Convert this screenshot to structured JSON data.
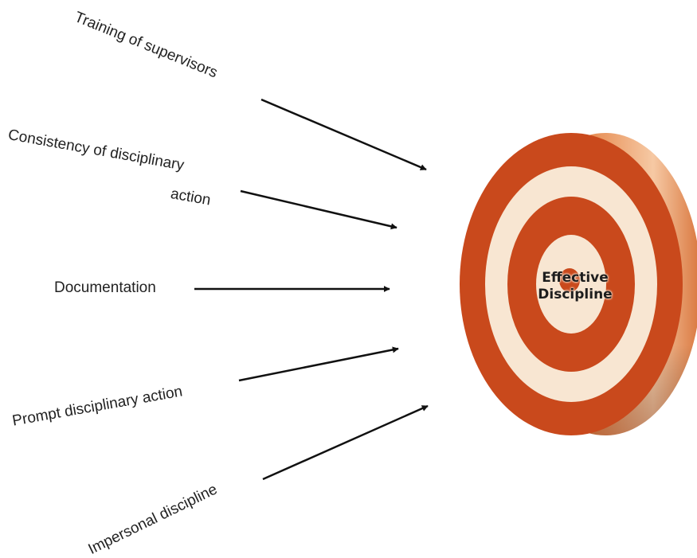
{
  "labels": {
    "training": "Training of supervisors",
    "consistency_line1": "Consistency of disciplinary",
    "consistency_line2": "action",
    "documentation": "Documentation",
    "prompt": "Prompt disciplinary action",
    "impersonal": "Impersonal discipline"
  },
  "target": {
    "line1": "Effective",
    "line2": "Discipline"
  },
  "colors": {
    "ring_dark": "#c9491c",
    "ring_light": "#f8e6d2",
    "side_light": "#f1b88e",
    "side_dark": "#b8410f",
    "arrow": "#111111",
    "text": "#222222"
  }
}
